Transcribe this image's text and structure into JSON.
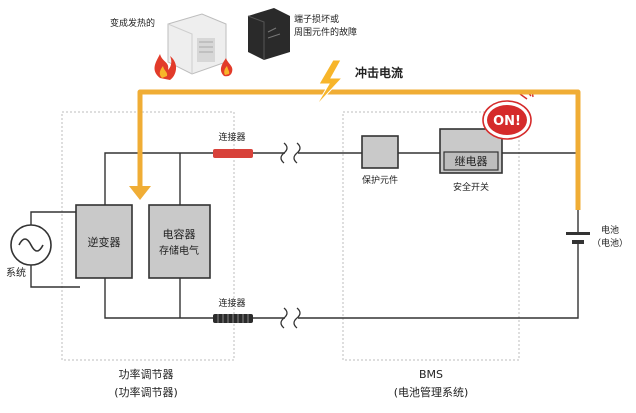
{
  "labels": {
    "fire_caption": "变成发热的",
    "damage_caption_1": "端子损坏或",
    "damage_caption_2": "周围元件的故障",
    "surge": "冲击电流",
    "fuse_top": "连接器",
    "fuse_bottom": "连接器",
    "protect_element": "保护元件",
    "relay": "继电器",
    "relay_sub": "安全开关",
    "inverter": "逆变器",
    "capacitor": "电容器",
    "capacitor_sub": "存储电气",
    "grid": "系统",
    "battery_1": "电池",
    "battery_2": "（电池）",
    "on_badge": "ON!",
    "pcs_1": "功率调节器",
    "pcs_2": "(功率调节器)",
    "bms_1": "BMS",
    "bms_2": "(电池管理系统)"
  },
  "colors": {
    "surge_path": "#f0ad35",
    "surge_bolt": "#f7b52a",
    "fuse_red": "#d8423a",
    "block_gray": "#c9c9c9",
    "badge_red": "#d52b2b",
    "line": "#333333"
  }
}
